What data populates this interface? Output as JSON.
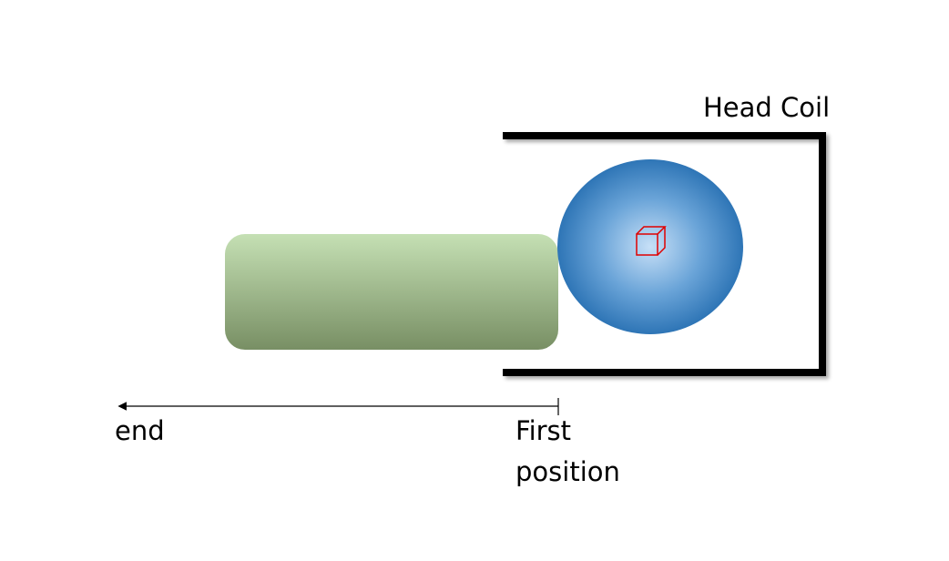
{
  "labels": {
    "head_coil": "Head Coil",
    "end": "end",
    "first_position": "First position"
  },
  "colors": {
    "coil_frame": "#000000",
    "body_top": "#c5e0b4",
    "body_bottom": "#788f64",
    "head_center": "#b9d6f2",
    "head_edge": "#2e75b6",
    "voxel": "#e00000",
    "arrow": "#000000"
  }
}
